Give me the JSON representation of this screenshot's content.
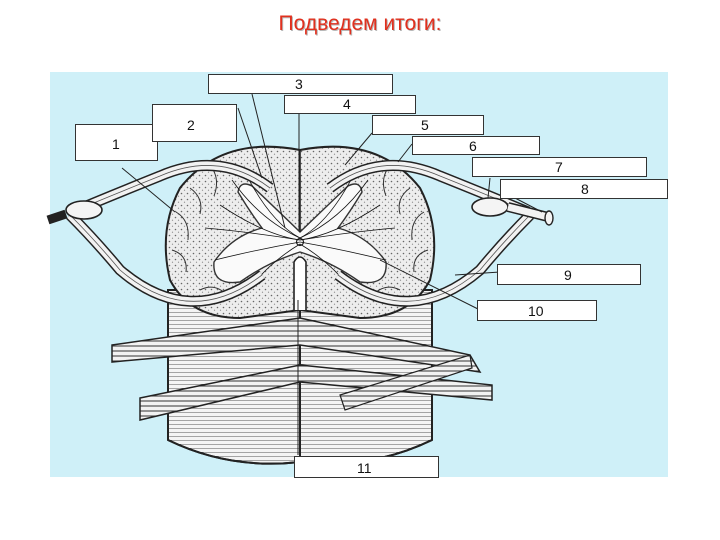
{
  "header": {
    "title": "Подведем итоги:"
  },
  "colors": {
    "title": "#e0301e",
    "panel": "#cff0f8",
    "line": "#222222"
  },
  "labels": [
    "1",
    "2",
    "3",
    "4",
    "5",
    "6",
    "7",
    "8",
    "9",
    "10",
    "11"
  ]
}
